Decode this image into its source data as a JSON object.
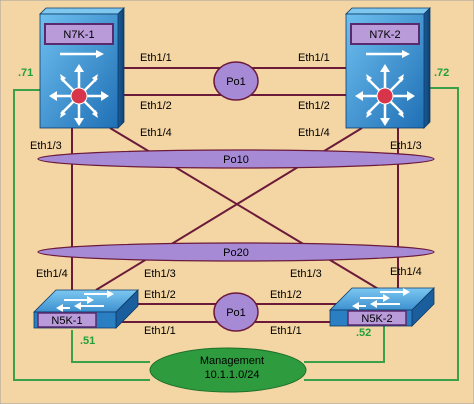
{
  "colors": {
    "background": "#f4d6a4",
    "link": "#6b1a3a",
    "mgmt_line": "#3aa14a",
    "mgmt_ellipse": "#2e9b3e",
    "ip_text": "#22a03a",
    "port_channel_fill": "#a68ad6",
    "switch_blue": "#2a7fc2",
    "label_box": "#b89bd8"
  },
  "nodes": {
    "n7k1": {
      "name": "N7K-1",
      "ip": ".71"
    },
    "n7k2": {
      "name": "N7K-2",
      "ip": ".72"
    },
    "n5k1": {
      "name": "N5K-1",
      "ip": ".51"
    },
    "n5k2": {
      "name": "N5K-2",
      "ip": ".52"
    }
  },
  "port_channels": {
    "po1_top": "Po1",
    "po10": "Po10",
    "po20": "Po20",
    "po1_bottom": "Po1"
  },
  "interfaces": {
    "n7k1_top_a": "Eth1/1",
    "n7k1_top_b": "Eth1/2",
    "n7k2_top_a": "Eth1/1",
    "n7k2_top_b": "Eth1/2",
    "n7k1_e14": "Eth1/4",
    "n7k2_e14": "Eth1/4",
    "n7k1_e13": "Eth1/3",
    "n7k2_e13": "Eth1/3",
    "n5k1_e14": "Eth1/4",
    "n5k1_e13": "Eth1/3",
    "n5k2_e13": "Eth1/3",
    "n5k2_e14": "Eth1/4",
    "n5k1_bot_a": "Eth1/2",
    "n5k1_bot_b": "Eth1/1",
    "n5k2_bot_a": "Eth1/2",
    "n5k2_bot_b": "Eth1/1"
  },
  "management": {
    "title": "Management",
    "subnet": "10.1.1.0/24"
  }
}
